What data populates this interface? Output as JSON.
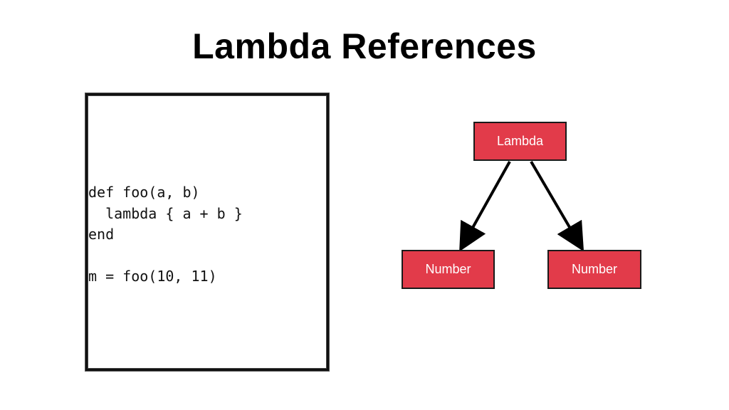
{
  "title": "Lambda References",
  "code": {
    "lines": [
      "def foo(a, b)",
      "lambda { a + b }",
      "end",
      "",
      "m = foo(10, 11)"
    ]
  },
  "diagram": {
    "nodes": {
      "lambda": {
        "label": "Lambda"
      },
      "number_left": {
        "label": "Number"
      },
      "number_right": {
        "label": "Number"
      }
    },
    "edges": [
      {
        "from": "lambda",
        "to": "number_left"
      },
      {
        "from": "lambda",
        "to": "number_right"
      }
    ],
    "colors": {
      "node_fill": "#e23b4a",
      "node_border": "#1a1a1a",
      "node_text": "#ffffff",
      "arrow": "#000000"
    }
  }
}
